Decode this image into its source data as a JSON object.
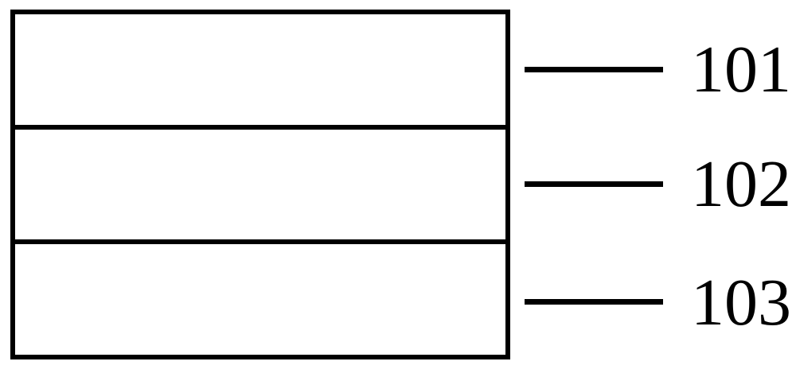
{
  "figure": {
    "description": "Three-layer stack structure diagram with reference numerals",
    "layers": [
      {
        "ref": "101",
        "position": "top"
      },
      {
        "ref": "102",
        "position": "middle"
      },
      {
        "ref": "103",
        "position": "bottom"
      }
    ]
  },
  "colors": {
    "line": "#000000",
    "background": "#ffffff",
    "text": "#000000"
  }
}
